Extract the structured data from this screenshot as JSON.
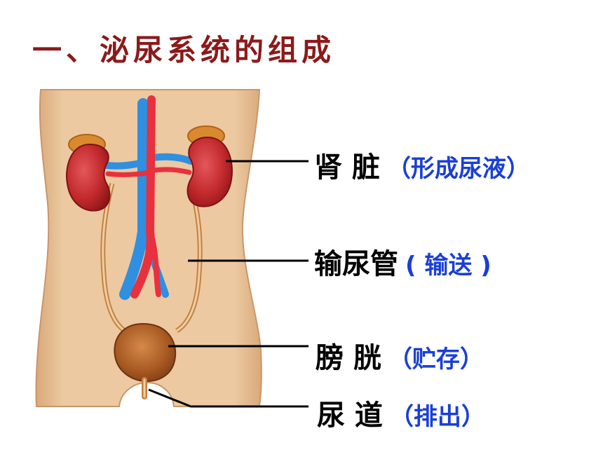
{
  "title": "一、泌尿系统的组成",
  "organs": [
    {
      "name": "肾 脏",
      "function": "（形成尿液）"
    },
    {
      "name": "输尿管",
      "function": "( 输送 )"
    },
    {
      "name": "膀 胱",
      "function": "（贮存）"
    },
    {
      "name": "尿 道",
      "function": "（排出）"
    }
  ],
  "colors": {
    "title": "#8b1a1a",
    "function_text": "#1a3fd6",
    "skin": "#e9c49b",
    "kidney": "#c8282b",
    "artery": "#e8303e",
    "vein": "#2f8fe0",
    "bladder": "#a85a22"
  }
}
